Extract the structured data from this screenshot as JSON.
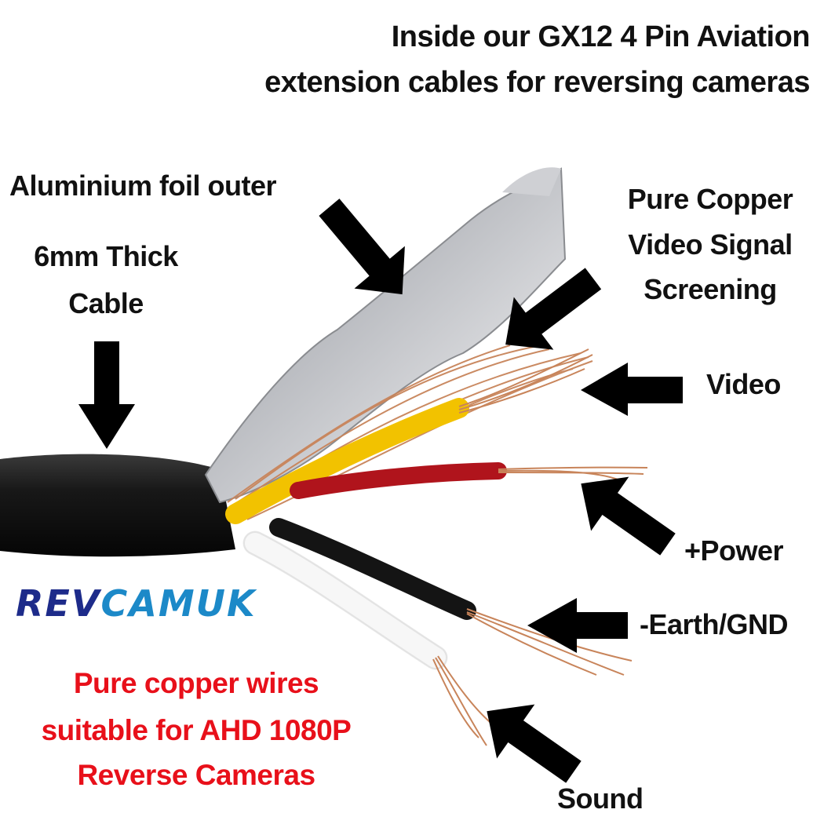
{
  "title": {
    "line1": "Inside our GX12 4 Pin Aviation",
    "line2": "extension cables for reversing cameras"
  },
  "labels": {
    "foil": "Aluminium foil outer",
    "thick_line1": "6mm Thick",
    "thick_line2": "Cable",
    "screen_line1": "Pure Copper",
    "screen_line2": "Video Signal",
    "screen_line3": "Screening",
    "video": "Video",
    "power": "+Power",
    "earth": "-Earth/GND",
    "sound": "Sound"
  },
  "logo": {
    "part1": "REV",
    "part2": "CAMUK"
  },
  "tagline": {
    "line1": "Pure copper wires",
    "line2": "suitable for AHD 1080P",
    "line3": "Reverse Cameras"
  },
  "colors": {
    "tagline": "#e8101a",
    "logo_dark": "#1d2b8a",
    "logo_light": "#1c89c8",
    "wire_yellow": "#f2c200",
    "wire_red": "#b0141c",
    "wire_black": "#141414",
    "wire_white": "#f2f2f2",
    "copper": "#c8845a"
  }
}
